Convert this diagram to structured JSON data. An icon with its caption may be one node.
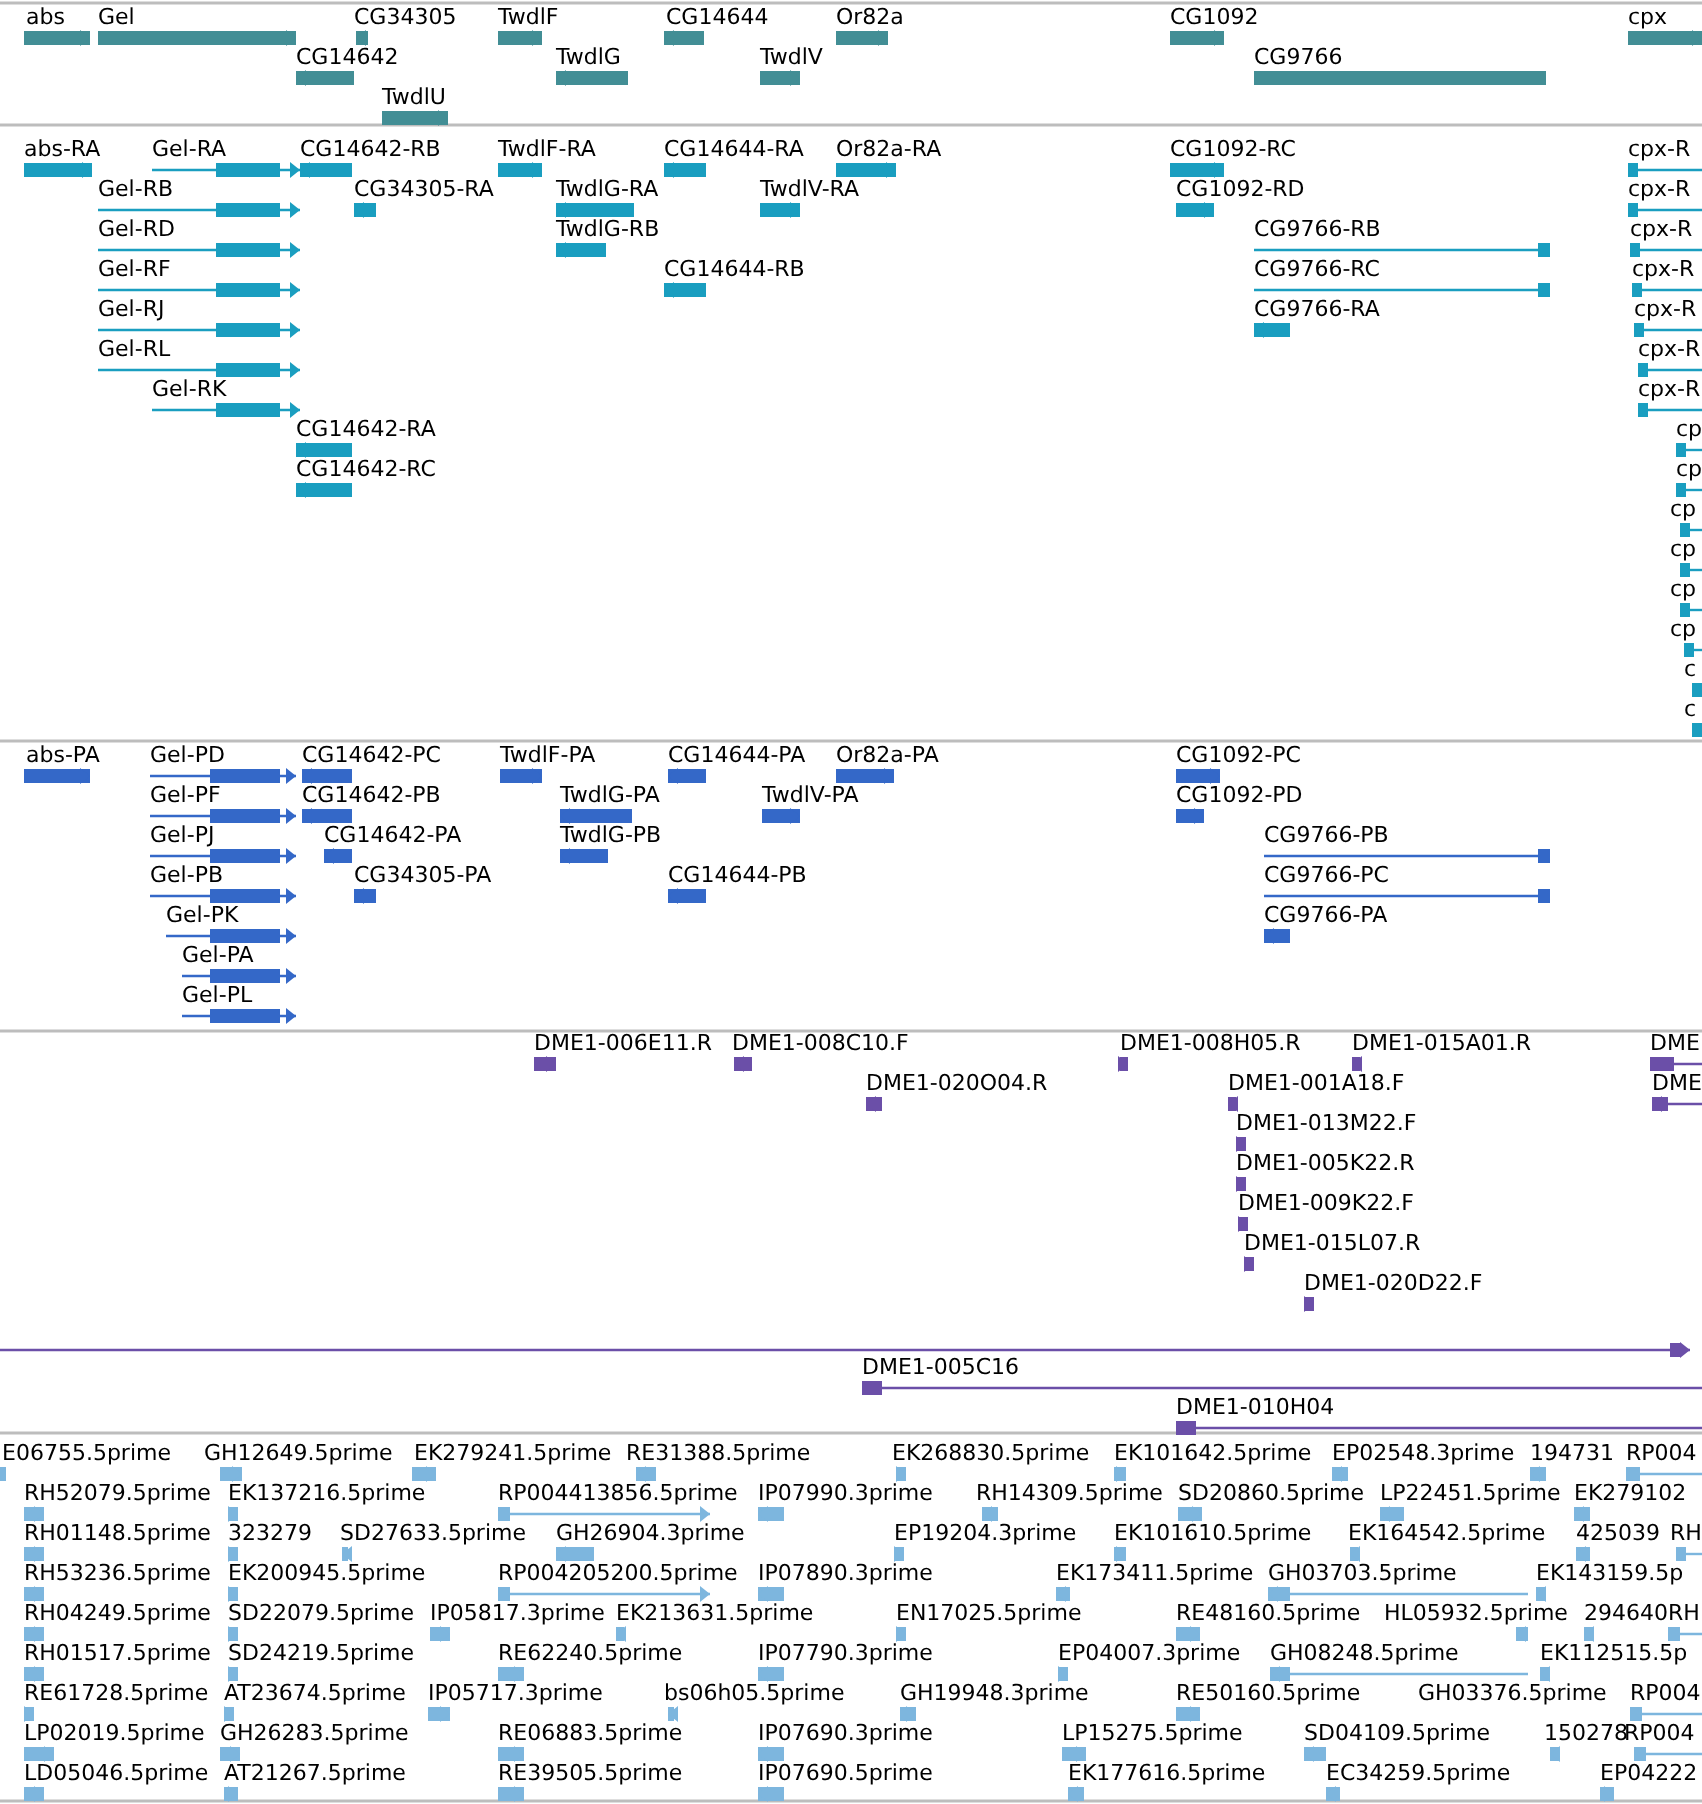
{
  "diagram": {
    "labels": [
      "abs",
      "Gel",
      "CG34305",
      "TwdlF",
      "CG14644",
      "Or82a",
      "CG1092",
      "cpx",
      "CG14642",
      "TwdlG",
      "TwdlV",
      "CG9766",
      "TwdlU",
      "abs-RA",
      "Gel-RA",
      "CG14642-RB",
      "TwdlF-RA",
      "CG14644-RA",
      "Or82a-RA",
      "CG1092-RC",
      "cpx-R",
      "Gel-RB",
      "CG34305-RA",
      "TwdlG-RA",
      "TwdlV-RA",
      "CG1092-RD",
      "cpx-R",
      "Gel-RD",
      "TwdlG-RB",
      "CG9766-RB",
      "cpx-R",
      "Gel-RF",
      "CG14644-RB",
      "CG9766-RC",
      "cpx-R",
      "Gel-RJ",
      "CG9766-RA",
      "cpx-R",
      "Gel-RL",
      "cpx-R",
      "Gel-RK",
      "cpx-R",
      "CG14642-RA",
      "cp",
      "CG14642-RC",
      "cp",
      "cp",
      "cp",
      "cp",
      "cp",
      "c",
      "c",
      "abs-PA",
      "Gel-PD",
      "CG14642-PC",
      "TwdlF-PA",
      "CG14644-PA",
      "Or82a-PA",
      "CG1092-PC",
      "Gel-PF",
      "CG14642-PB",
      "TwdlG-PA",
      "TwdlV-PA",
      "CG1092-PD",
      "Gel-PJ",
      "CG14642-PA",
      "TwdlG-PB",
      "CG9766-PB",
      "Gel-PB",
      "CG34305-PA",
      "CG14644-PB",
      "CG9766-PC",
      "Gel-PK",
      "CG9766-PA",
      "Gel-PA",
      "Gel-PL",
      "DME1-006E11.R",
      "DME1-008C10.F",
      "DME1-008H05.R",
      "DME1-015A01.R",
      "DME",
      "DME1-020O04.R",
      "DME1-001A18.F",
      "DME",
      "DME1-013M22.F",
      "DME1-005K22.R",
      "DME1-009K22.F",
      "DME1-015L07.R",
      "DME1-020D22.F",
      "DME1-005C16",
      "DME1-010H04",
      "E06755.5prime",
      "GH12649.5prime",
      "EK279241.5prime",
      "RE31388.5prime",
      "EK268830.5prime",
      "EK101642.5prime",
      "EP02548.3prime",
      "194731",
      "RP004",
      "RH52079.5prime",
      "EK137216.5prime",
      "RP004413856.5prime",
      "IP07990.3prime",
      "RH14309.5prime",
      "SD20860.5prime",
      "LP22451.5prime",
      "EK279102",
      "RH01148.5prime",
      "323279",
      "SD27633.5prime",
      "GH26904.3prime",
      "EP19204.3prime",
      "EK101610.5prime",
      "EK164542.5prime",
      "425039",
      "RH",
      "RH53236.5prime",
      "EK200945.5prime",
      "RP004205200.5prime",
      "IP07890.3prime",
      "EK173411.5prime",
      "GH03703.5prime",
      "EK143159.5p",
      "RH04249.5prime",
      "SD22079.5prime",
      "IP05817.3prime",
      "EK213631.5prime",
      "EN17025.5prime",
      "RE48160.5prime",
      "HL05932.5prime",
      "294640",
      "RH",
      "RH01517.5prime",
      "SD24219.5prime",
      "RE62240.5prime",
      "IP07790.3prime",
      "EP04007.3prime",
      "GH08248.5prime",
      "EK112515.5p",
      "RE61728.5prime",
      "AT23674.5prime",
      "IP05717.3prime",
      "bs06h05.5prime",
      "GH19948.3prime",
      "RE50160.5prime",
      "GH03376.5prime",
      "RP004",
      "LP02019.5prime",
      "GH26283.5prime",
      "RE06883.5prime",
      "IP07690.3prime",
      "LP15275.5prime",
      "SD04109.5prime",
      "150278",
      "RP004",
      "LD05046.5prime",
      "AT21267.5prime",
      "RE39505.5prime",
      "IP07690.5prime",
      "EK177616.5prime",
      "EC34259.5prime",
      "EP04222"
    ]
  }
}
